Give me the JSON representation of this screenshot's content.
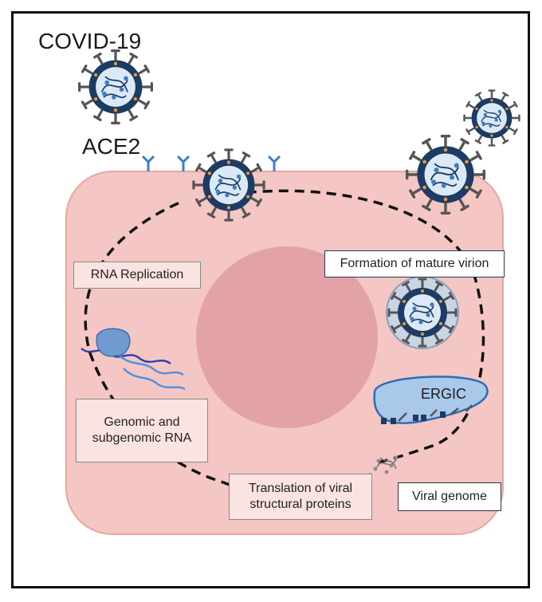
{
  "labels": {
    "virus": "COVID-19",
    "receptor": "ACE2",
    "rna_replication": "RNA Replication",
    "genomic_rna": "Genomic and subgenomic RNA",
    "translation": "Translation of viral structural proteins",
    "viral_genome": "Viral genome",
    "formation": "Formation of mature virion",
    "ergic": "ERGIC"
  },
  "colors": {
    "cell_fill": "#f4c6c4",
    "cell_stroke": "#e6a7a3",
    "nucleus_fill": "#e3a3a6",
    "virion_core": "#dbe9f6",
    "virion_shell": "#1d3b63",
    "spike": "#555555",
    "receptor": "#3b7fc4",
    "rna_dark": "#2b3fa8",
    "rna_light": "#4f8fe0",
    "ribosome": "#6f9bd0",
    "er_fill": "#a9c8ea",
    "er_stroke": "#2b6cb6"
  },
  "icons": [
    "virion-icon",
    "ace2-receptor-icon",
    "rna-strand-icon",
    "ribosome-icon",
    "viral-genome-icon",
    "ergic-icon",
    "dashed-cycle-arrow"
  ]
}
